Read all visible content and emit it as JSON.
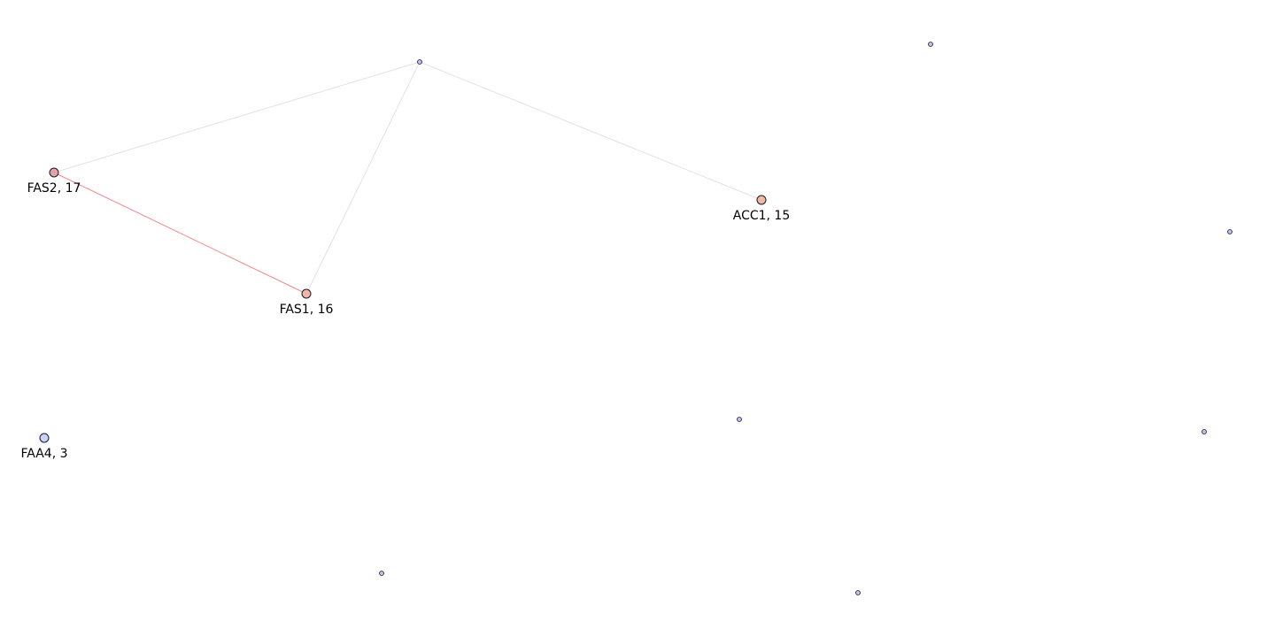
{
  "network": {
    "colors": {
      "edge_default": "#e2e2e2",
      "edge_highlight": "#f08a8a",
      "node_stroke": "#1a1a2e",
      "node_small": "#b9c2f0",
      "node_faa4": "#c9d3f7",
      "node_fas2": "#e3a2a6",
      "node_fas1": "#f0b7a8",
      "node_acc1": "#f2b8a6"
    },
    "nodes": [
      {
        "id": "FAS2",
        "label": "FAS2, 17"
      },
      {
        "id": "FAS1",
        "label": "FAS1, 16"
      },
      {
        "id": "ACC1",
        "label": "ACC1, 15"
      },
      {
        "id": "FAA4",
        "label": "FAA4, 3"
      },
      {
        "id": "hub",
        "label": ""
      },
      {
        "id": "n1",
        "label": ""
      },
      {
        "id": "n2",
        "label": ""
      },
      {
        "id": "n3",
        "label": ""
      },
      {
        "id": "n4",
        "label": ""
      },
      {
        "id": "n5",
        "label": ""
      },
      {
        "id": "n6",
        "label": ""
      }
    ],
    "edges": [
      {
        "source": "hub",
        "target": "FAS2",
        "type": "default"
      },
      {
        "source": "hub",
        "target": "FAS1",
        "type": "default"
      },
      {
        "source": "hub",
        "target": "ACC1",
        "type": "default"
      },
      {
        "source": "FAS2",
        "target": "FAS1",
        "type": "highlight"
      }
    ]
  }
}
